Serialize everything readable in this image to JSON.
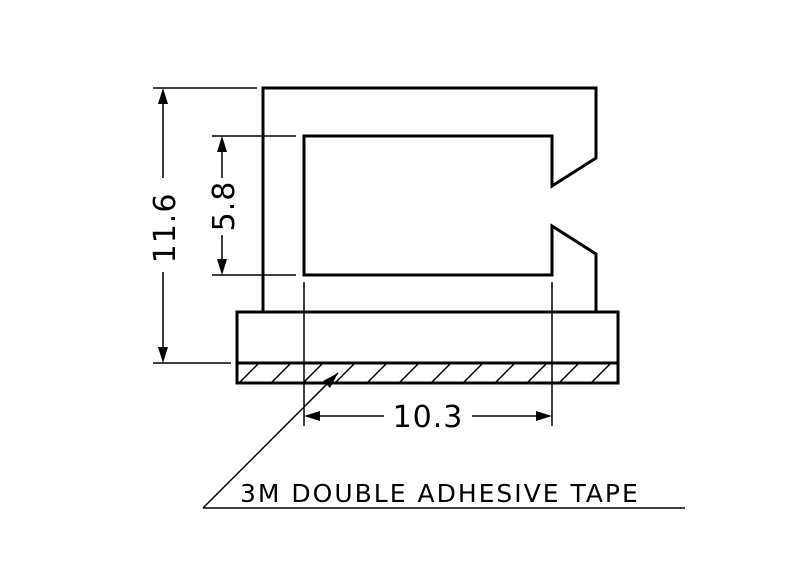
{
  "dimensions": {
    "overall_height": "11.6",
    "slot_height": "5.8",
    "slot_width": "10.3"
  },
  "note": {
    "label": "3M DOUBLE ADHESIVE TAPE"
  }
}
